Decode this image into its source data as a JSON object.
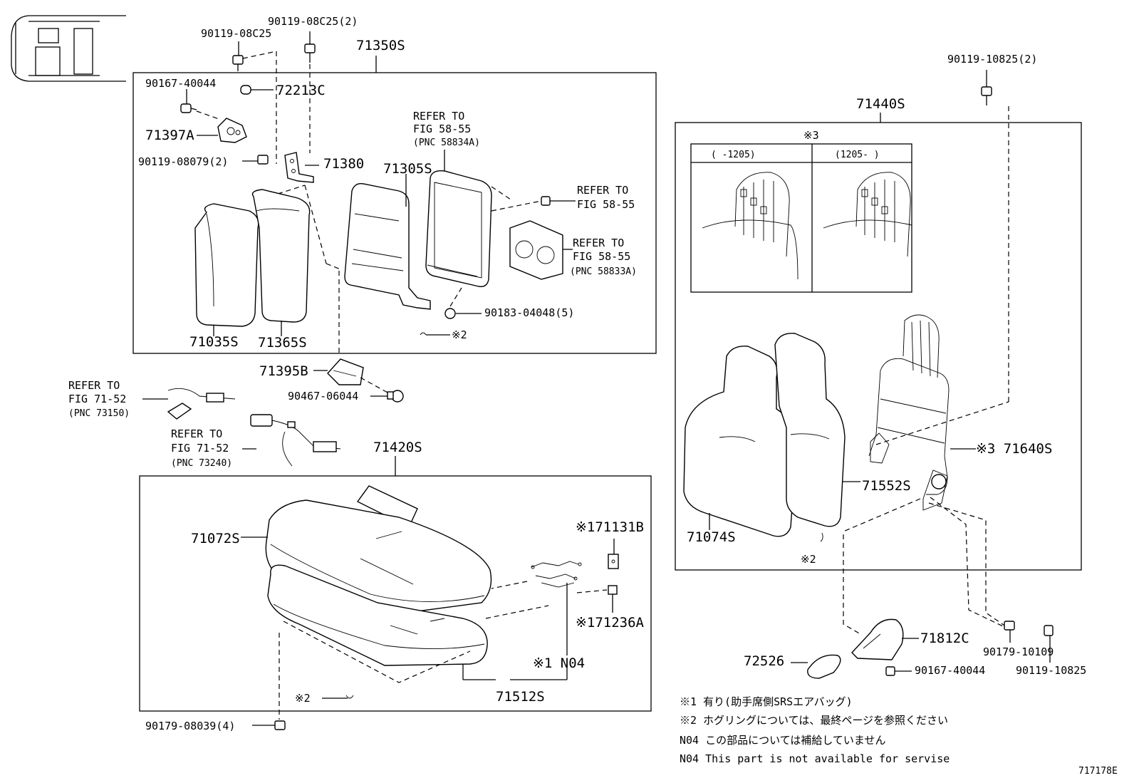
{
  "labels": {
    "p_901190825": "90119-08C25",
    "p_90119082502": "90119-08C25(2)",
    "p_71350s": "71350S",
    "p_9016740044a": "90167-40044",
    "p_72213c": "72213C",
    "p_71397a": "71397A",
    "p_9011908079": "90119-08079(2)",
    "p_71380": "71380",
    "p_71305s": "71305S",
    "p_refer_5855_a": [
      "REFER TO",
      "FIG 58-55",
      "(PNC 58834A)"
    ],
    "p_refer_5855_b": [
      "REFER TO",
      "FIG 58-55"
    ],
    "p_refer_5855_c": [
      "REFER TO",
      "FIG 58-55",
      "(PNC 58833A)"
    ],
    "p_9018304048": "90183-04048(5)",
    "p_71035s": "71035S",
    "p_71365s": "71365S",
    "p_ref2_a": "※2",
    "p_71395b": "71395B",
    "p_9046706044": "90467-06044",
    "p_refer_7152_a": [
      "REFER TO",
      "FIG 71-52",
      "(PNC 73150)"
    ],
    "p_refer_7152_b": [
      "REFER TO",
      "FIG 71-52",
      "(PNC 73240)"
    ],
    "p_71420s": "71420S",
    "p_71072s": "71072S",
    "p_71131b": "※171131B",
    "p_71236a": "※171236A",
    "p_n04": "※1 N04",
    "p_71512s": "71512S",
    "p_ref2_b": "※2",
    "p_9017908039": "90179-08039(4)",
    "p_9011910825_2": "90119-10825(2)",
    "p_71440s": "71440S",
    "p_ref3": "※3",
    "p_range_a": "(    -1205)",
    "p_range_b": "(1205-     )",
    "p_71640s": "※3 71640S",
    "p_71552s": "71552S",
    "p_71074s": "71074S",
    "p_ref2_c": "※2",
    "p_71812c": "71812C",
    "p_72526": "72526",
    "p_9016740044b": "90167-40044",
    "p_9017910109": "90179-10109",
    "p_9011910825": "90119-10825"
  },
  "notes": [
    "※1 有り(助手席側SRSエアバッグ)",
    "※2 ホグリングについては、最終ページを参照ください",
    "N04 この部品については補給していません",
    "N04 This part is not available for servise"
  ],
  "figure_id": "717178E"
}
